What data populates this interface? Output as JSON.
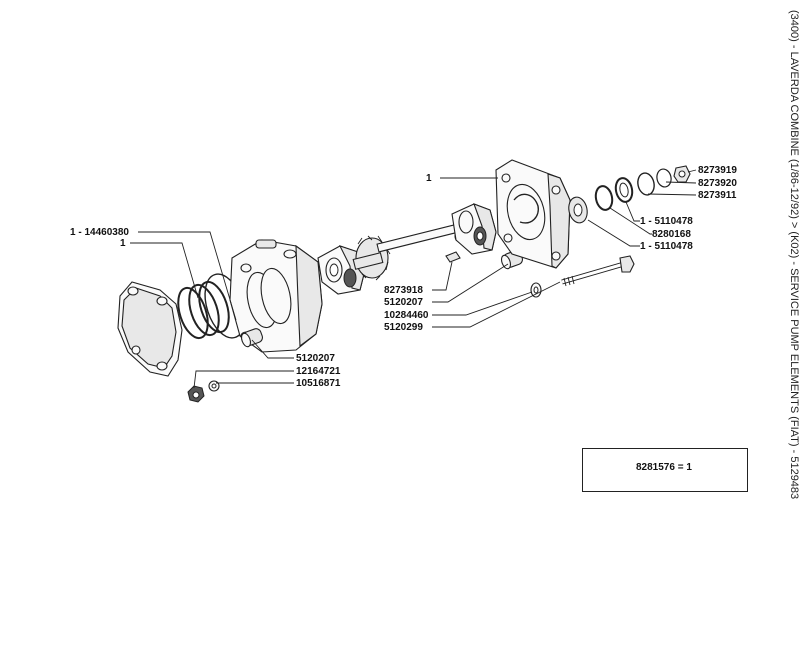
{
  "title": "(3400) - LAVERDA COMBINE (1/86-12/92) > (K02) - SERVICE PUMP ELEMENTS (FIAT) - 5129483",
  "labels": {
    "l1_top": "1",
    "l8273919": "8273919",
    "l8273920": "8273920",
    "l8273911": "8273911",
    "l5110478a": "1 - 5110478",
    "l8280168": "8280168",
    "l5110478b": "1 - 5110478",
    "l14460380": "1 - 14460380",
    "l1_left": "1",
    "l8273918": "8273918",
    "l5120207a": "5120207",
    "l10284460": "10284460",
    "l5120299": "5120299",
    "l5120207b": "5120207",
    "l12164721": "12164721",
    "l10516871": "10516871"
  },
  "kit": {
    "label": "8281576 = 1"
  }
}
